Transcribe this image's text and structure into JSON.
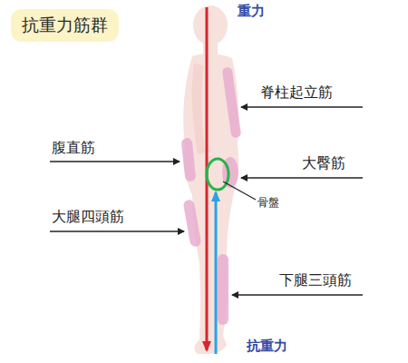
{
  "diagram": {
    "title": "抗重力筋群",
    "labels": [
      "重力",
      "脊柱起立筋",
      "腹直筋",
      "大臀筋",
      "骨盤",
      "大腿四頭筋",
      "下腿三頭筋",
      "抗重力"
    ]
  }
}
